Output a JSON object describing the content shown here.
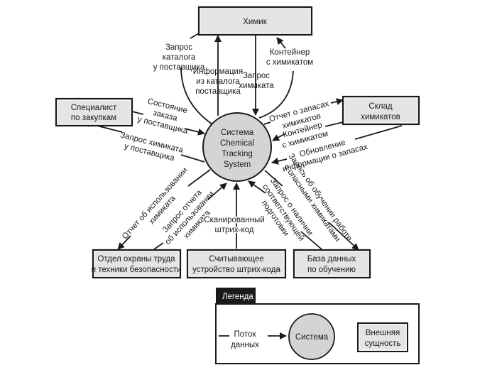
{
  "diagram": {
    "type": "context-diagram",
    "system": {
      "label_lines": [
        "Система",
        "Chemical",
        "Tracking",
        "System"
      ]
    },
    "entities": [
      {
        "id": "chemist",
        "label_lines": [
          "Химик"
        ]
      },
      {
        "id": "buyer",
        "label_lines": [
          "Специалист",
          "по закупкам"
        ]
      },
      {
        "id": "stockroom",
        "label_lines": [
          "Склад",
          "химикатов"
        ]
      },
      {
        "id": "safety",
        "label_lines": [
          "Отдел охраны труда",
          "и техники безопасности"
        ]
      },
      {
        "id": "barcode",
        "label_lines": [
          "Считывающее",
          "устройство штрих-кода"
        ]
      },
      {
        "id": "training",
        "label_lines": [
          "База данных",
          "по обучению"
        ]
      }
    ],
    "flows": [
      {
        "id": "f1",
        "from": "chemist",
        "to": "system",
        "label_lines": [
          "Запрос",
          "каталога",
          "у поставщика"
        ]
      },
      {
        "id": "f2",
        "from": "system",
        "to": "chemist",
        "label_lines": [
          "Информация",
          "из каталога",
          "поставщика"
        ]
      },
      {
        "id": "f3",
        "from": "chemist",
        "to": "system",
        "label_lines": [
          "Запрос",
          "химиката"
        ]
      },
      {
        "id": "f4",
        "from": "system",
        "to": "chemist",
        "label_lines": [
          "Контейнер",
          "с химикатом"
        ]
      },
      {
        "id": "f5",
        "from": "buyer",
        "to": "system",
        "label_lines": [
          "Состояние",
          "заказа",
          "у поставщика"
        ]
      },
      {
        "id": "f6",
        "from": "system",
        "to": "buyer",
        "label_lines": [
          "Запрос химиката",
          "у поставщика"
        ]
      },
      {
        "id": "f7",
        "from": "system",
        "to": "stockroom",
        "label_lines": [
          "Отчет о запасах",
          "химикатов"
        ]
      },
      {
        "id": "f8",
        "from": "stockroom",
        "to": "system",
        "label_lines": [
          "Контейнер",
          "с химикатом"
        ]
      },
      {
        "id": "f9",
        "from": "stockroom",
        "to": "system",
        "label_lines": [
          "Обновление",
          "информации о запасах"
        ]
      },
      {
        "id": "f10",
        "from": "system",
        "to": "safety",
        "label_lines": [
          "Отчет об использовании",
          "химиката"
        ]
      },
      {
        "id": "f11",
        "from": "safety",
        "to": "system",
        "label_lines": [
          "Запрос отчета",
          "об использовании",
          "химиката"
        ]
      },
      {
        "id": "f12",
        "from": "barcode",
        "to": "system",
        "label_lines": [
          "Сканированный",
          "штрих-код"
        ]
      },
      {
        "id": "f13",
        "from": "training",
        "to": "system",
        "label_lines": [
          "Запрос о наличии",
          "соответствующей",
          "подготовки"
        ]
      },
      {
        "id": "f14",
        "from": "system",
        "to": "training",
        "label_lines": [
          "Запись об обучении работе",
          "с опасными химикатами"
        ]
      }
    ],
    "legend": {
      "title": "Легенда",
      "flow_label_lines": [
        "Поток",
        "данных"
      ],
      "system_label": "Система",
      "entity_label_lines": [
        "Внешняя",
        "сущность"
      ]
    }
  }
}
